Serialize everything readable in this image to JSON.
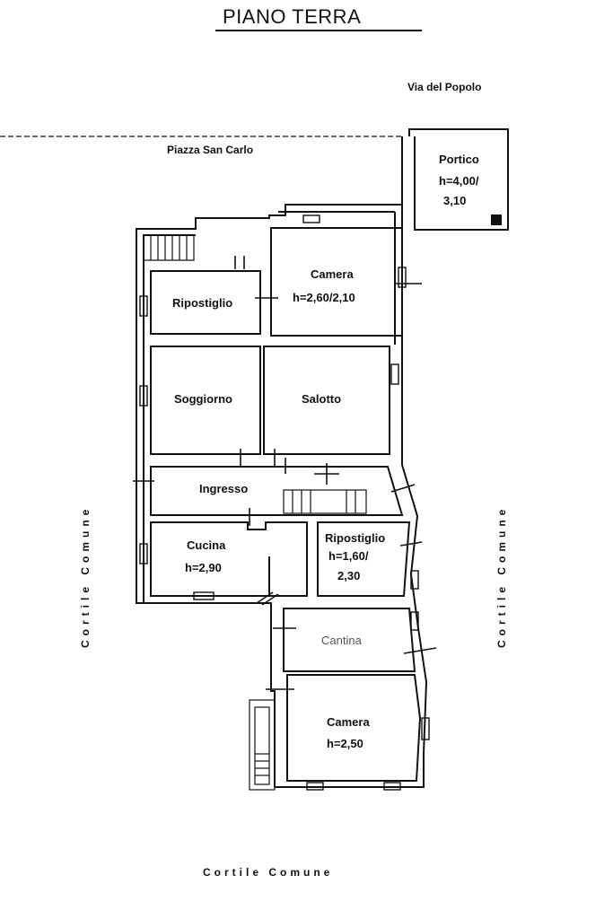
{
  "title": "PIANO TERRA",
  "streets": {
    "via_del_popolo": "Via del Popolo",
    "piazza": "Piazza San Carlo"
  },
  "rooms": {
    "portico": {
      "name": "Portico",
      "height_line1": "h=4,00/",
      "height_line2": "3,10"
    },
    "camera_top": {
      "name": "Camera",
      "height": "h=2,60/2,10"
    },
    "ripostiglio_top": {
      "name": "Ripostiglio"
    },
    "soggiorno": {
      "name": "Soggiorno"
    },
    "salotto": {
      "name": "Salotto"
    },
    "ingresso": {
      "name": "Ingresso"
    },
    "cucina": {
      "name": "Cucina",
      "height": "h=2,90"
    },
    "ripostiglio_mid": {
      "name": "Ripostiglio",
      "height_line1": "h=1,60/",
      "height_line2": "2,30"
    },
    "cantina": {
      "name": "Cantina"
    },
    "camera_bottom": {
      "name": "Camera",
      "height": "h=2,50"
    }
  },
  "courtyards": {
    "left": "Cortile   Comune",
    "right": "Cortile   Comune",
    "bottom": "Cortile   Comune"
  }
}
